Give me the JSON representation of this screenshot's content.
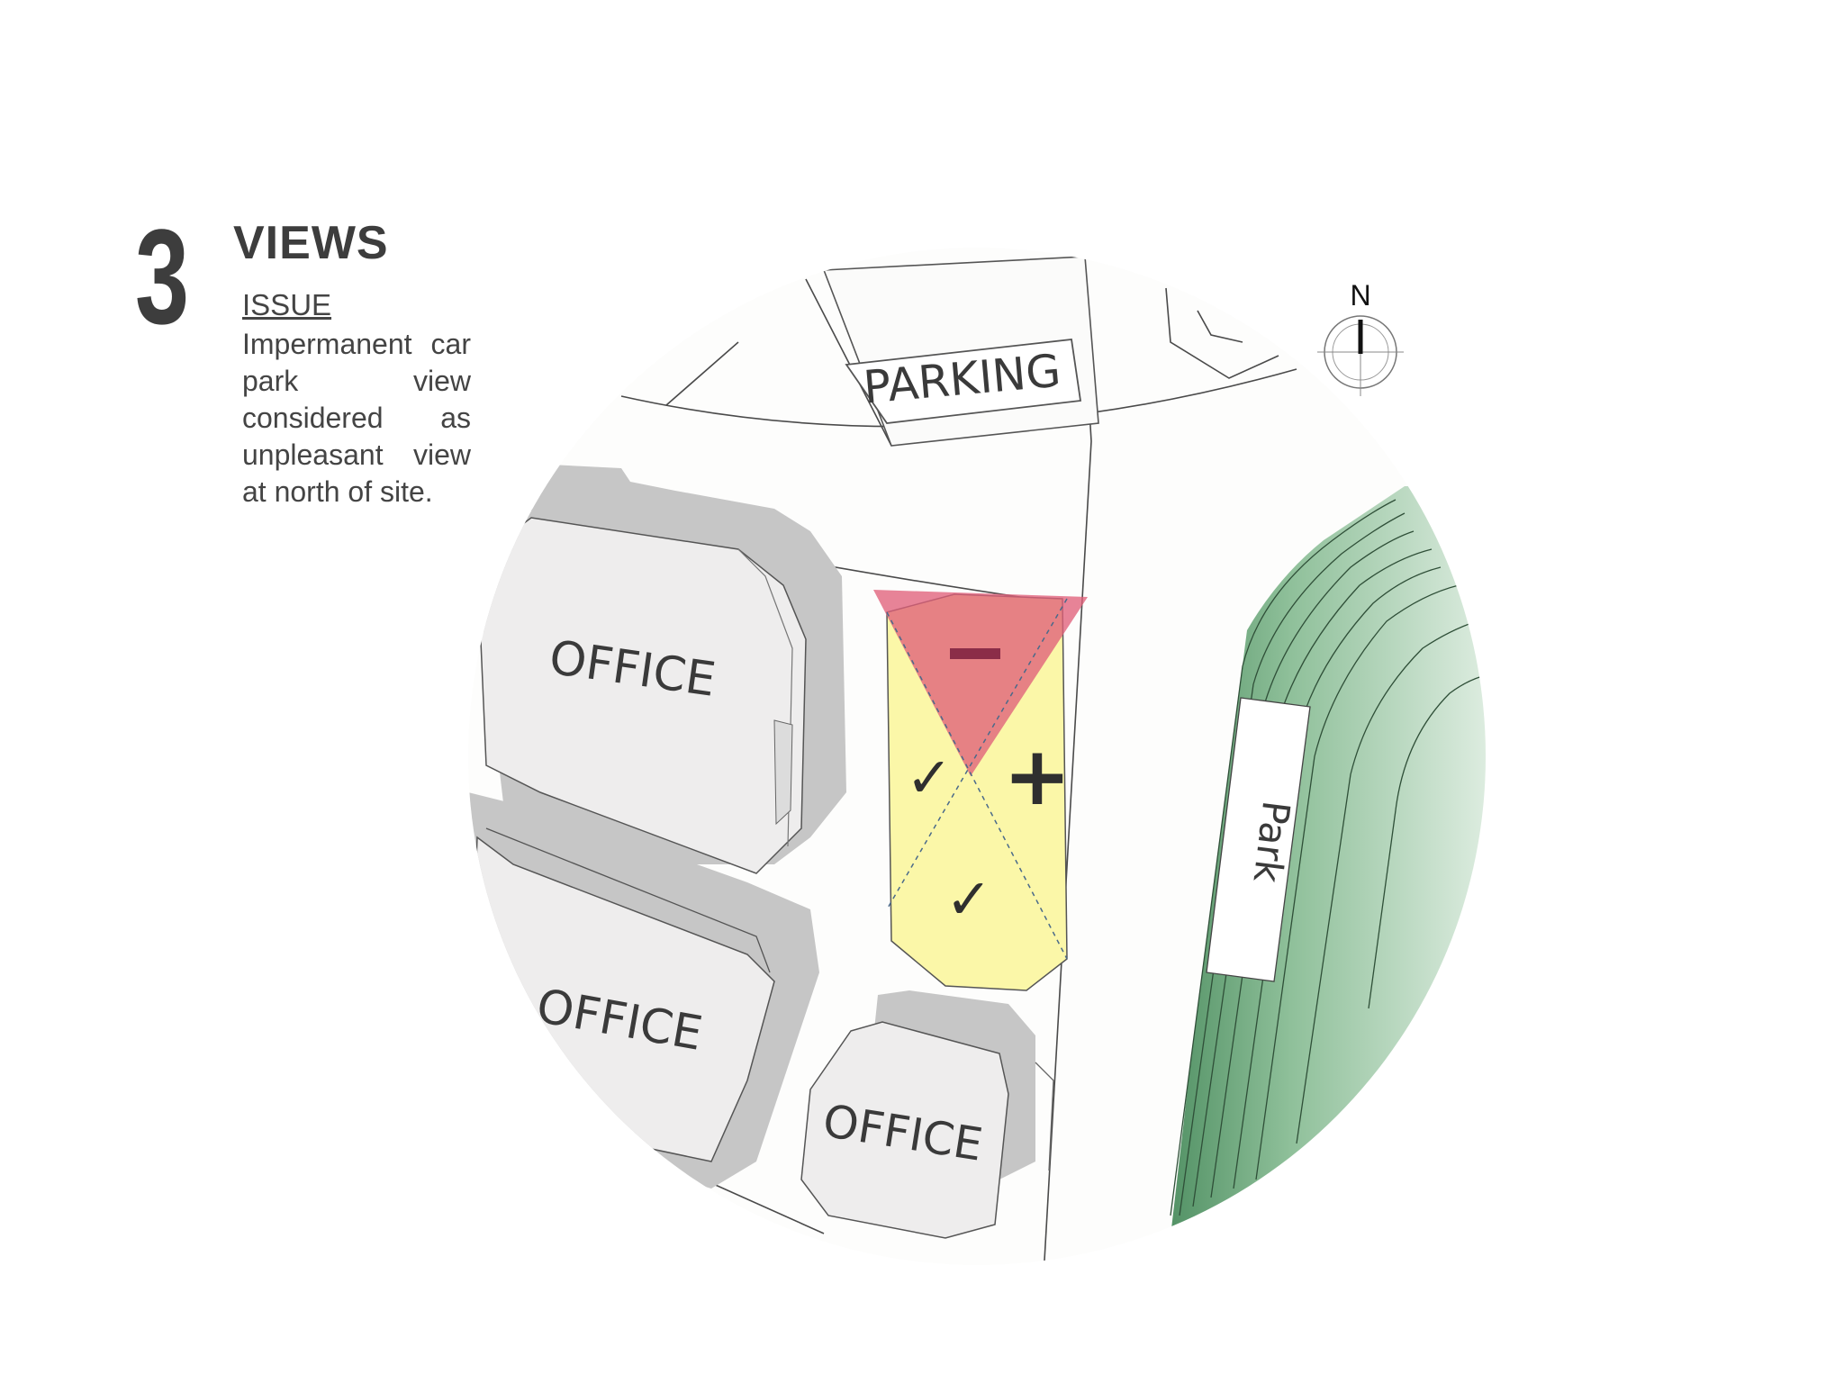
{
  "section": {
    "number": "3",
    "title": "VIEWS"
  },
  "issue": {
    "heading": "ISSUE",
    "text": "Impermanent car park view considered as unpleasant view at north of site."
  },
  "map": {
    "labels": {
      "parking": "PARKING",
      "office_1": "OFFICE",
      "office_2": "OFFICE",
      "office_3": "OFFICE",
      "park": "Park"
    },
    "compass": {
      "north_label": "N"
    },
    "view_markers": {
      "negative": "−",
      "positive": "+",
      "good_1": "✓",
      "good_2": "✓"
    },
    "colors": {
      "negative_view": "#e0607a",
      "site": "#fbf7a8",
      "park_green": "#6fa87c",
      "building": "#efeeee",
      "building_shadow": "#c7c7c7"
    }
  }
}
